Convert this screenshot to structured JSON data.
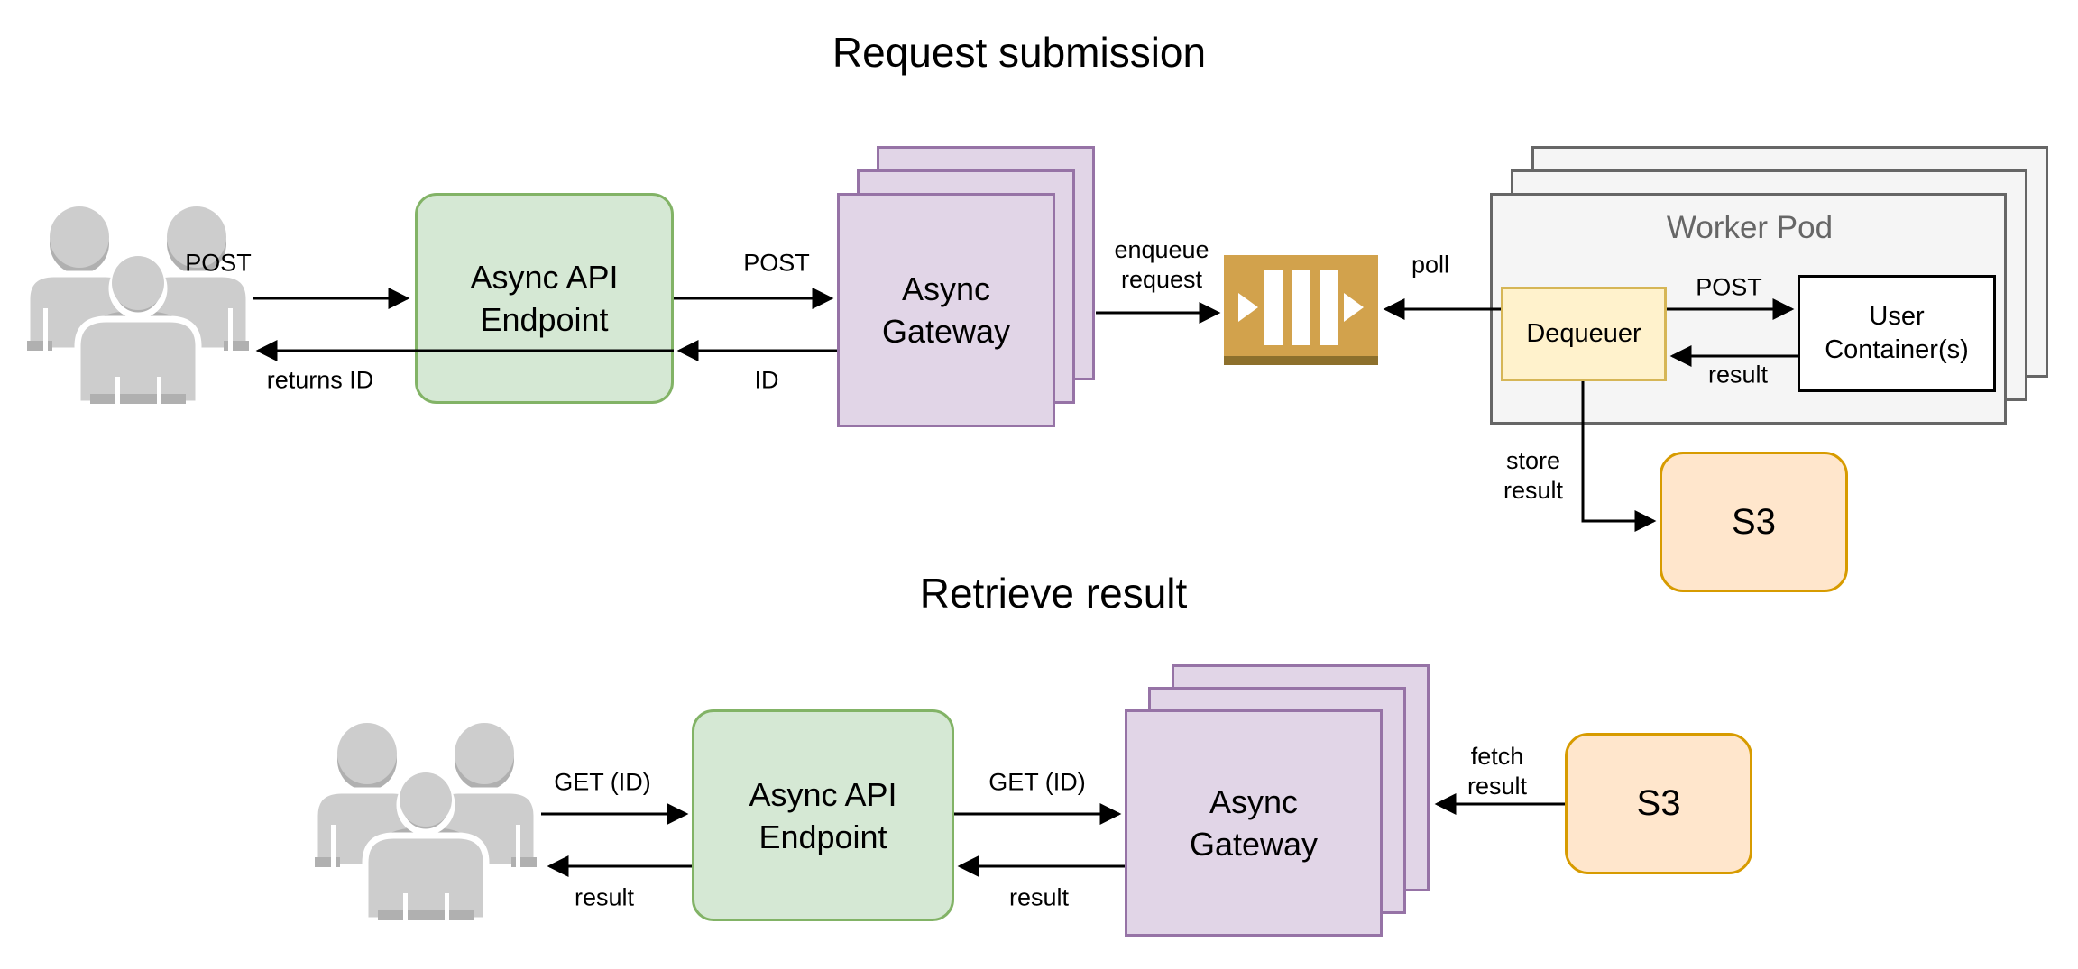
{
  "colors": {
    "canvas_bg": "#ffffff",
    "text": "#000000",
    "arrow": "#000000",
    "green_fill": "#d5e8d4",
    "green_stroke": "#82b366",
    "purple_fill": "#e1d5e7",
    "purple_stroke": "#9673a6",
    "yellow_fill": "#fff2cc",
    "yellow_stroke": "#d6b656",
    "orange_fill": "#ffe6cc",
    "orange_stroke": "#d79b00",
    "pod_fill": "#f5f5f5",
    "pod_stroke": "#666666",
    "pod_title_text": "#666666",
    "queue_gold": "#d2a24c",
    "queue_gold_dark": "#8d702c",
    "queue_white": "#ffffff",
    "user_gray": "#cdcdcd",
    "user_gray_dark": "#b0b0b0"
  },
  "request_submission": {
    "title": "Request submission",
    "users_to_api_label": "POST",
    "api_to_users_label": "returns ID",
    "api_endpoint": {
      "line1": "Async API",
      "line2": "Endpoint"
    },
    "api_to_gateway_label": "POST",
    "gateway_to_api_label": "ID",
    "gateway": {
      "line1": "Async",
      "line2": "Gateway"
    },
    "enqueue_label": {
      "line1": "enqueue",
      "line2": "request"
    },
    "poll_label": "poll",
    "worker_pod": {
      "title": "Worker Pod",
      "dequeuer": "Dequeuer",
      "post_label": "POST",
      "user_container": {
        "line1": "User",
        "line2": "Container(s)"
      },
      "result_label": "result"
    },
    "store_label": {
      "line1": "store",
      "line2": "result"
    },
    "s3": "S3"
  },
  "retrieve_result": {
    "title": "Retrieve result",
    "users_to_api_label": "GET (ID)",
    "api_to_users_label": "result",
    "api_endpoint": {
      "line1": "Async API",
      "line2": "Endpoint"
    },
    "api_to_gateway_label": "GET (ID)",
    "gateway_to_api_label": "result",
    "gateway": {
      "line1": "Async",
      "line2": "Gateway"
    },
    "fetch_label": {
      "line1": "fetch",
      "line2": "result"
    },
    "s3": "S3"
  }
}
